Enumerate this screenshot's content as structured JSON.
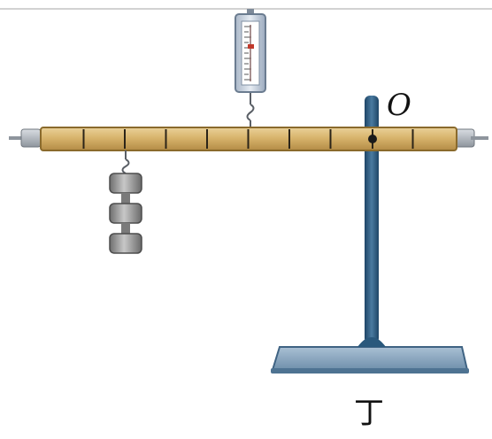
{
  "diagram": {
    "labels": {
      "pivot": "O",
      "figure": "丁"
    },
    "lever": {
      "tick_count": 10
    },
    "weights": {
      "count": 3
    },
    "colors": {
      "lever_wood": "#d7b46a",
      "lever_outline": "#8a6a2c",
      "stand_blue": "#2f5d80",
      "base_blue": "#8aa8c2",
      "weight_gray": "#8f8f8f",
      "scale_body": "#c9d3e0",
      "top_line": "#c4c4c4"
    }
  }
}
